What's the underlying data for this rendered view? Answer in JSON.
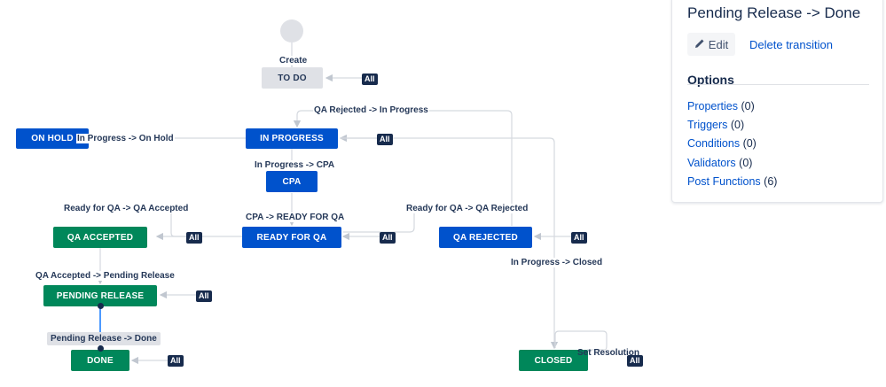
{
  "diagram": {
    "start": {
      "label": "Create"
    },
    "statuses": {
      "todo": "TO DO",
      "on_hold": "ON HOLD",
      "in_progress": "IN PROGRESS",
      "cpa": "CPA",
      "qa_accepted": "QA ACCEPTED",
      "ready_for_qa": "READY FOR QA",
      "qa_rejected": "QA REJECTED",
      "pending_release": "PENDING RELEASE",
      "done": "DONE",
      "closed": "CLOSED"
    },
    "transitions": {
      "qa_rejected_to_in_progress": "QA Rejected -> In Progress",
      "in_progress_to_on_hold": "In Progress -> On Hold",
      "in_progress_to_cpa": "In Progress -> CPA",
      "ready_for_qa_to_qa_accepted": "Ready for QA -> QA Accepted",
      "cpa_to_ready_for_qa": "CPA -> READY FOR QA",
      "ready_for_qa_to_qa_rejected": "Ready for QA -> QA Rejected",
      "in_progress_to_closed": "In Progress -> Closed",
      "qa_accepted_to_pending_release": "QA Accepted -> Pending Release",
      "pending_release_to_done": "Pending Release -> Done",
      "set_resolution": "Set Resolution"
    },
    "all_badge": "All"
  },
  "panel": {
    "title": "Pending Release -> Done",
    "edit_label": "Edit",
    "delete_label": "Delete transition",
    "options_title": "Options",
    "options": [
      {
        "label": "Properties",
        "count": "(0)"
      },
      {
        "label": "Triggers",
        "count": "(0)"
      },
      {
        "label": "Conditions",
        "count": "(0)"
      },
      {
        "label": "Validators",
        "count": "(0)"
      },
      {
        "label": "Post Functions",
        "count": "(6)"
      }
    ]
  },
  "colors": {
    "todo": "#dfe1e6",
    "in_progress": "#0052cc",
    "done": "#00875a",
    "badge": "#172b4d",
    "link": "#0052cc"
  }
}
